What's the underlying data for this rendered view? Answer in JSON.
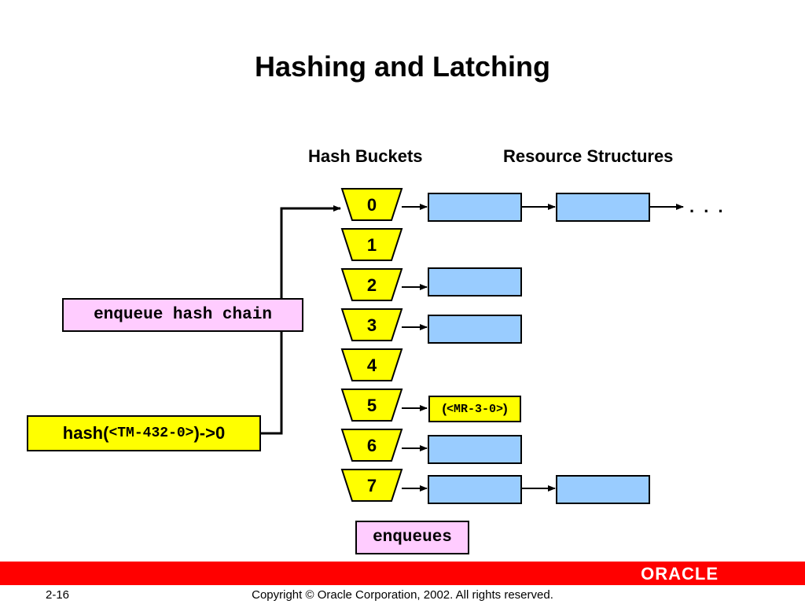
{
  "title": "Hashing and Latching",
  "headers": {
    "buckets": "Hash Buckets",
    "resources": "Resource Structures"
  },
  "buckets": [
    "0",
    "1",
    "2",
    "3",
    "4",
    "5",
    "6",
    "7"
  ],
  "enqueue_hash_chain": "enqueue hash chain",
  "hash_call": {
    "prefix": "hash(",
    "arg": "<TM-432-0>",
    "suffix": ")->0"
  },
  "resource_label": {
    "open": "(",
    "arg": "<MR-3-0>",
    "close": ")"
  },
  "ellipsis": ". . .",
  "enqueues": "enqueues",
  "footer": {
    "logo": "ORACLE",
    "page": "2-16",
    "copyright": "Copyright © Oracle Corporation, 2002. All rights reserved."
  },
  "colors": {
    "bucket": "#ffff00",
    "resource": "#99ccff",
    "chain_label": "#ffccff",
    "hash_label": "#ffff00",
    "footer": "#ff0000"
  }
}
